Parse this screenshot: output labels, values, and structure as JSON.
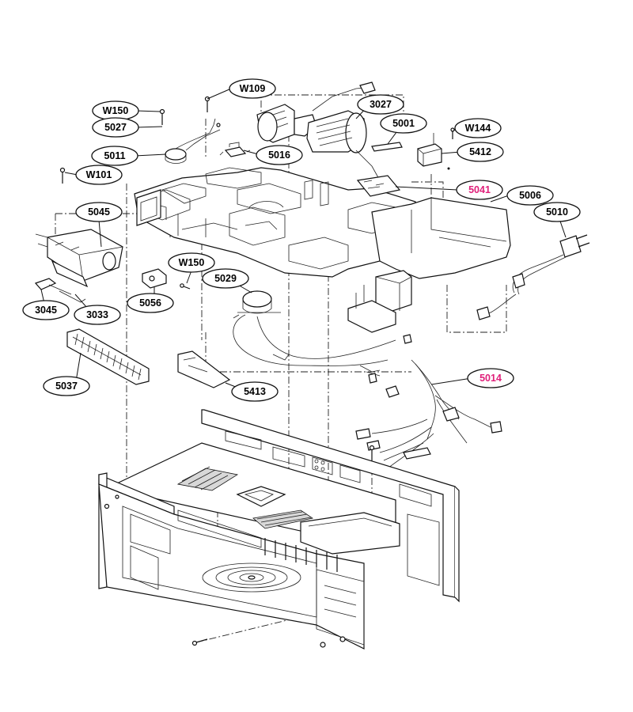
{
  "accent_color": "#e0207a",
  "labels": {
    "W109": "W109",
    "W150a": "W150",
    "5027": "5027",
    "3027": "3027",
    "5001": "5001",
    "W144": "W144",
    "5011": "5011",
    "5016": "5016",
    "5412": "5412",
    "W101": "W101",
    "5041": "5041",
    "5006": "5006",
    "5045": "5045",
    "5010": "5010",
    "W150b": "W150",
    "5029": "5029",
    "3045": "3045",
    "5056": "5056",
    "3033": "3033",
    "5014": "5014",
    "5037": "5037",
    "5413": "5413"
  }
}
